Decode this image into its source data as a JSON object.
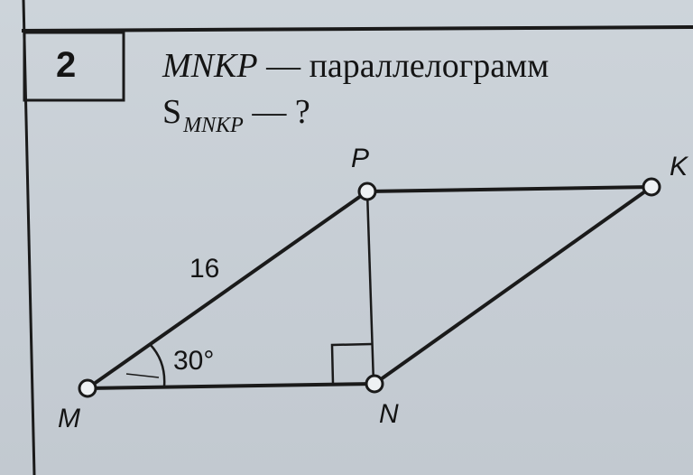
{
  "task": {
    "number": "2"
  },
  "header": {
    "figure_name": "MNKP",
    "dash1": " — ",
    "figure_type": "параллелограмм",
    "area_symbol": "S",
    "area_subscript": "MNKP",
    "question": " — ?"
  },
  "diagram": {
    "vertices": {
      "M": "M",
      "N": "N",
      "K": "K",
      "P": "P"
    },
    "side_MP_label": "16",
    "angle_M_label": "30°"
  },
  "colors": {
    "background": "#c9d0d6",
    "ink": "#141414"
  }
}
